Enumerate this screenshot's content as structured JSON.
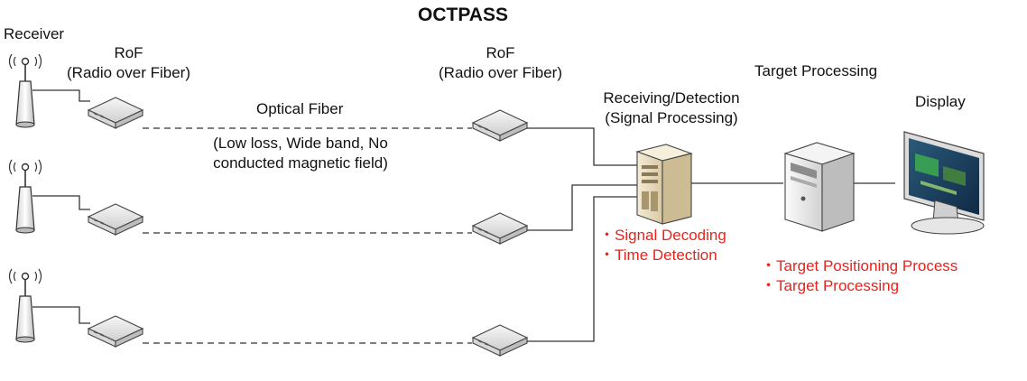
{
  "title": "OCTPASS",
  "receiver_label": "Receiver",
  "rof_left": {
    "line1": "RoF",
    "line2": "(Radio over Fiber)"
  },
  "rof_right": {
    "line1": "RoF",
    "line2": "(Radio over Fiber)"
  },
  "fiber": {
    "label": "Optical Fiber",
    "desc_line1": "(Low loss, Wide band, No",
    "desc_line2": "conducted magnetic field)"
  },
  "receiving": {
    "line1": "Receiving/Detection",
    "line2": "(Signal Processing)"
  },
  "receiving_bullets": [
    "・Signal Decoding",
    "・Time Detection"
  ],
  "target_processing_label": "Target Processing",
  "target_bullets": [
    "・Target Positioning Process",
    "・Target Processing"
  ],
  "display_label": "Display",
  "colors": {
    "bullet_text": "#e8231c",
    "line": "#333333",
    "device": "#e9e9e9"
  }
}
